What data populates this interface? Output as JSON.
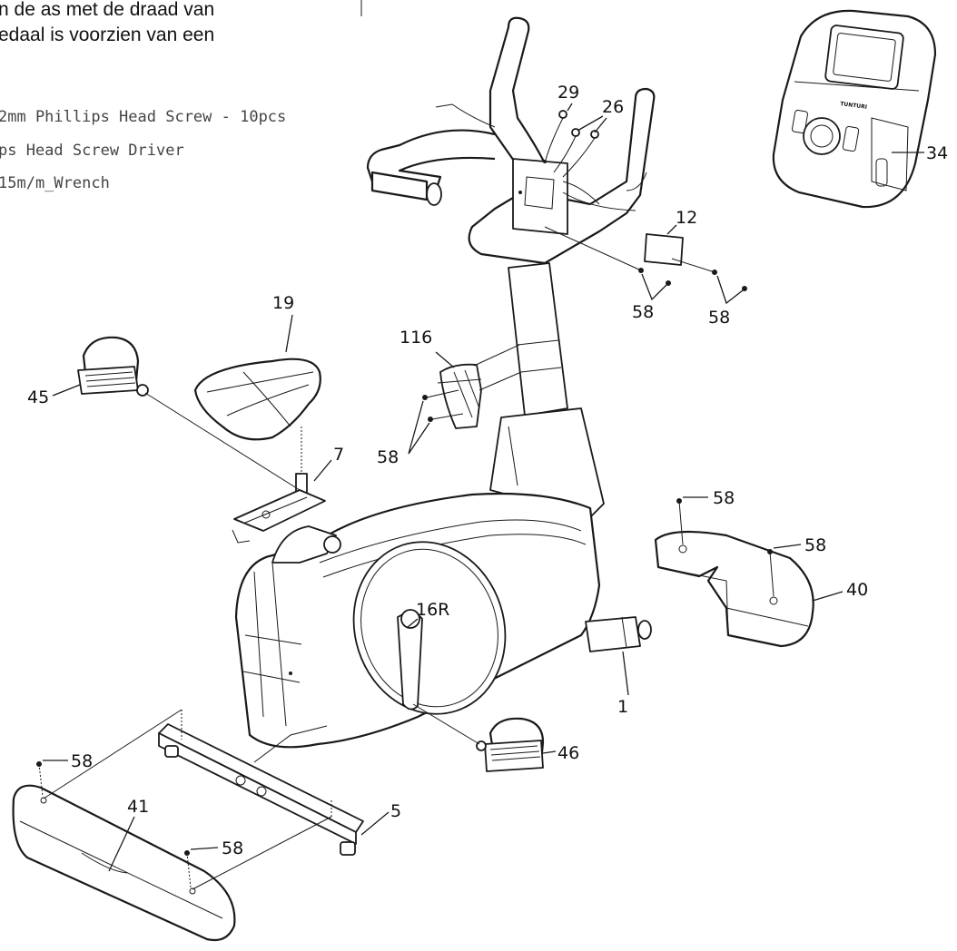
{
  "header_text": {
    "line1": "n de as met de draad van",
    "line2": "edaal is voorzien van een"
  },
  "tool_list": [
    "2mm Phillips Head Screw - 10pcs",
    "ps Head Screw Driver",
    "15m/m_Wrench"
  ],
  "console_brand": "TUNTURI",
  "part_labels": {
    "p29": "29",
    "p26": "26",
    "p12": "12",
    "p34": "34",
    "p58_handle_left": "58",
    "p58_handle_right": "58",
    "p19": "19",
    "p116": "116",
    "p45": "45",
    "p58_bottle": "58",
    "p7": "7",
    "p58_cover_top": "58",
    "p58_cover_right": "58",
    "p40": "40",
    "p16R": "16R",
    "p1": "1",
    "p46": "46",
    "p58_base_top": "58",
    "p41": "41",
    "p58_base_bottom": "58",
    "p5": "5"
  }
}
